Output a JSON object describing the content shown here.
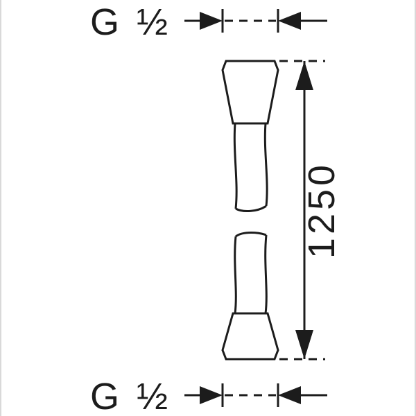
{
  "diagram": {
    "top_thread_label": "G ½",
    "bottom_thread_label": "G ½",
    "length_label": "1250",
    "line_color": "#1c1c1c",
    "background": "#ffffff",
    "description": "Shower hose technical dimension drawing"
  }
}
